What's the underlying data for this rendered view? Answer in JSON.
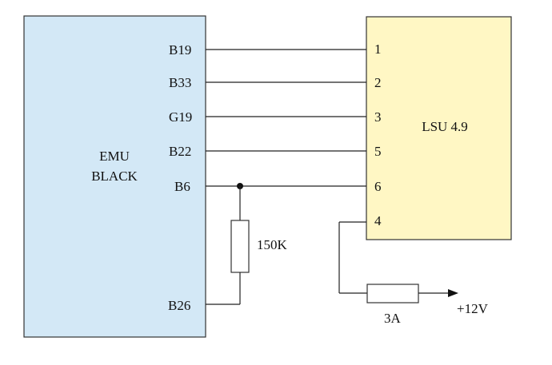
{
  "colors": {
    "emu_fill": "#d3e8f6",
    "lsu_fill": "#fff7c4",
    "line": "#222222"
  },
  "emu": {
    "title_line1": "EMU",
    "title_line2": "BLACK",
    "pins": {
      "b19": "B19",
      "b33": "B33",
      "g19": "G19",
      "b22": "B22",
      "b6": "B6",
      "b26": "B26"
    }
  },
  "lsu": {
    "title": "LSU 4.9",
    "pins": {
      "p1": "1",
      "p2": "2",
      "p3": "3",
      "p5": "5",
      "p6": "6",
      "p4": "4"
    }
  },
  "resistor": {
    "label": "150K"
  },
  "fuse": {
    "label": "3A"
  },
  "supply": {
    "label": "+12V"
  }
}
